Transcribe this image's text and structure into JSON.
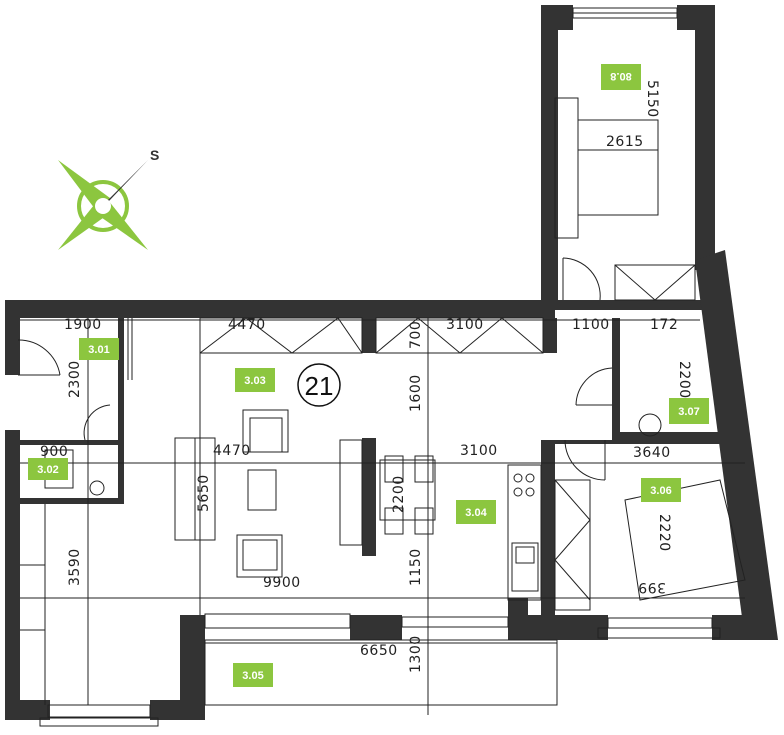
{
  "apartment": {
    "number": "21"
  },
  "rooms": [
    {
      "id": "3.01",
      "label": "3.01"
    },
    {
      "id": "3.02",
      "label": "3.02"
    },
    {
      "id": "3.03",
      "label": "3.03"
    },
    {
      "id": "3.04",
      "label": "3.04"
    },
    {
      "id": "3.05",
      "label": "3.05"
    },
    {
      "id": "3.06",
      "label": "3.06"
    },
    {
      "id": "3.07",
      "label": "3.07"
    },
    {
      "id": "3.08",
      "label": "80.8"
    }
  ],
  "dimensions": {
    "d1900_top": "1900",
    "d2300": "2300",
    "d900": "900",
    "d4470_top": "4470",
    "d3100_top": "3100",
    "d700": "700",
    "d1100": "1100",
    "d172": "172",
    "d2200_right": "2200",
    "d3640": "3640",
    "d1600": "1600",
    "d4470_mid": "4470",
    "d5650": "5650",
    "d3100_kitchen": "3100",
    "d2200_mid": "2200",
    "d3590": "3590",
    "d9900": "9900",
    "d1150": "1150",
    "d6650": "6650",
    "d1300": "1300",
    "d2220": "2220",
    "d399": "399",
    "d2615": "2615",
    "d5150": "5150"
  },
  "compass": {
    "letter": "S"
  },
  "colors": {
    "wall": "#333333",
    "label_bg": "#8cc63f",
    "compass_green": "#8cc63f",
    "line": "#222222"
  }
}
